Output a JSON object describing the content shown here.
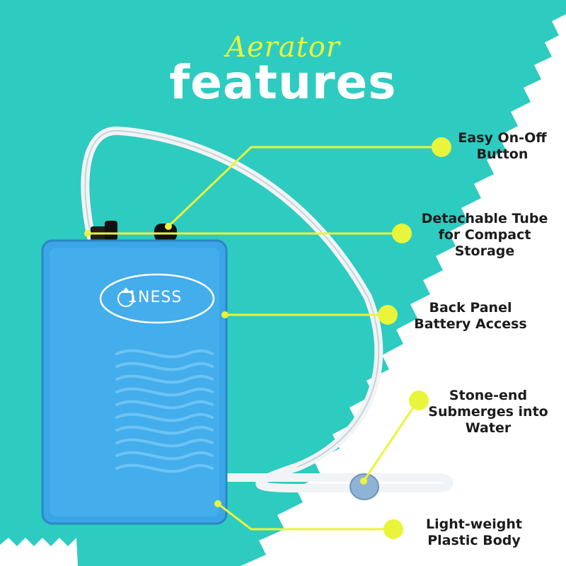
{
  "title": {
    "script": "Aerator",
    "main": "features"
  },
  "brand": {
    "name": "1NESS"
  },
  "features": [
    {
      "line1": "Easy On-Off",
      "line2": "Button",
      "line3": ""
    },
    {
      "line1": "Detachable Tube",
      "line2": "for Compact",
      "line3": "Storage"
    },
    {
      "line1": "Back Panel",
      "line2": "Battery Access",
      "line3": ""
    },
    {
      "line1": "Stone-end",
      "line2": "Submerges into",
      "line3": "Water"
    },
    {
      "line1": "Light-weight",
      "line2": "Plastic Body",
      "line3": ""
    }
  ],
  "colors": {
    "background_teal": "#2ecbc0",
    "accent_yellow": "#e9f53a",
    "device_blue": "#3aa6e8",
    "text_dark": "#1c1c1c"
  }
}
